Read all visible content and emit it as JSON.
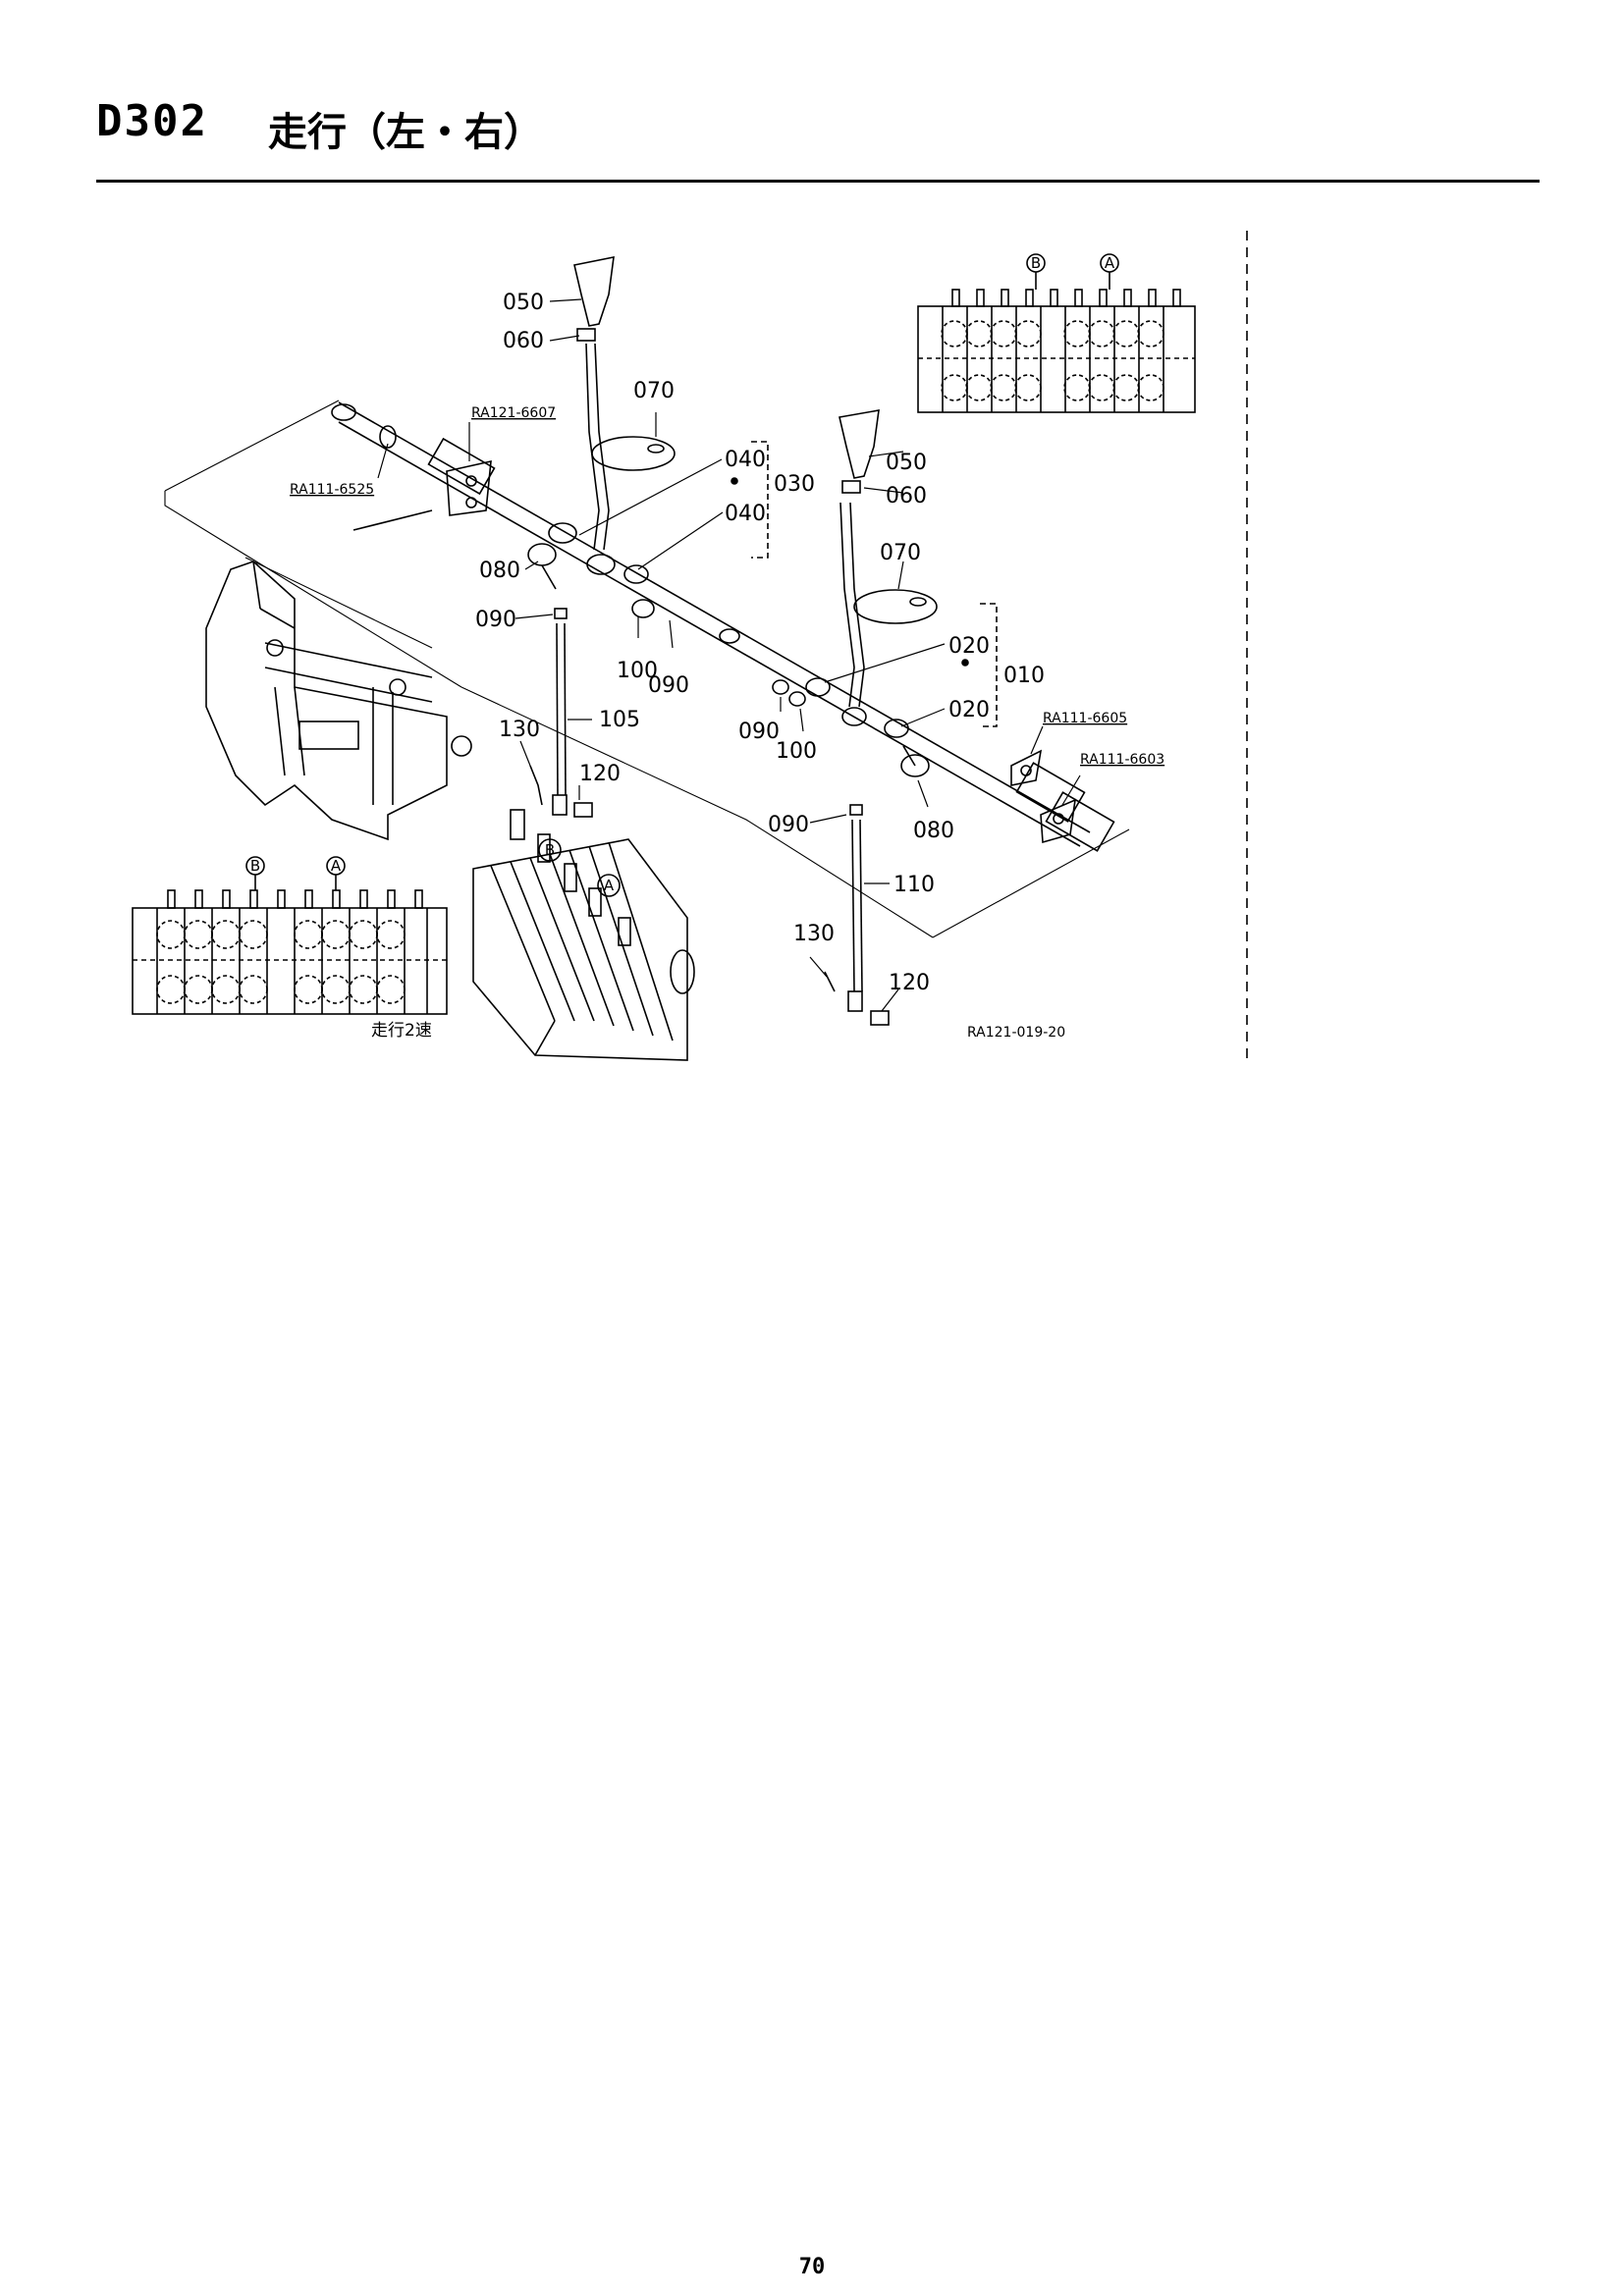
{
  "header": {
    "code": "D302",
    "title": "走行（左・右）"
  },
  "diagram": {
    "callouts": {
      "c050_left": "050",
      "c060_left": "060",
      "c070_left": "070",
      "c040_top": "040",
      "c030": "030",
      "c040_bottom": "040",
      "c080_left": "080",
      "c090_left_a": "090",
      "c100_left": "100",
      "c090_left_b": "090",
      "c105": "105",
      "c130_left": "130",
      "c120_left": "120",
      "c050_right": "050",
      "c060_right": "060",
      "c070_right": "070",
      "c020_top": "020",
      "c010": "010",
      "c020_bottom": "020",
      "c090_right_a": "090",
      "c100_right": "100",
      "c080_right": "080",
      "c090_right_b": "090",
      "c110": "110",
      "c130_right": "130",
      "c120_right": "120"
    },
    "refs": {
      "ra121_6607": "RA121-6607",
      "ra111_6525": "RA111-6525",
      "ra111_6605": "RA111-6605",
      "ra111_6603": "RA111-6603",
      "figure_id": "RA121-019-20"
    },
    "valve_marks": {
      "top_b": "B",
      "top_a": "A",
      "left_b": "B",
      "left_a": "A",
      "body_b": "B",
      "body_a": "A"
    },
    "valve_caption": "走行2速"
  },
  "footer": {
    "page_number": "70"
  }
}
